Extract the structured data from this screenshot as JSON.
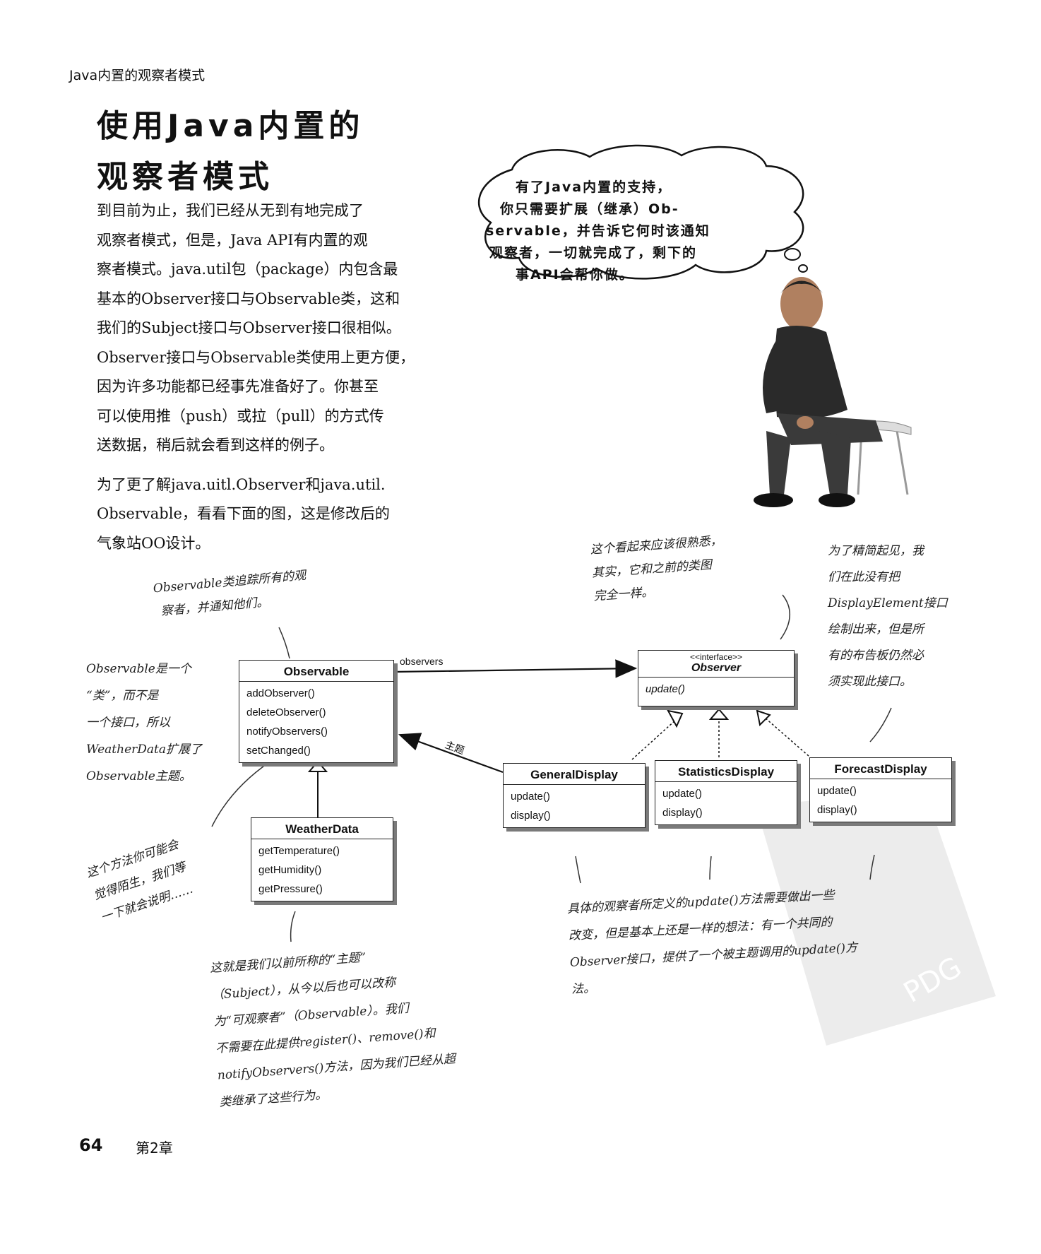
{
  "header": {
    "section": "Java内置的观察者模式"
  },
  "title": {
    "line1": "使用Java内置的",
    "line2": "观察者模式"
  },
  "body": {
    "p1_lines": [
      "到目前为止，我们已经从无到有地完成了",
      "观察者模式，但是，Java  API有内置的观",
      "察者模式。java.util包（package）内包含最",
      "基本的Observer接口与Observable类，这和",
      "我们的Subject接口与Observer接口很相似。",
      "Observer接口与Observable类使用上更方便，",
      "因为许多功能都已经事先准备好了。你甚至",
      "可以使用推（push）或拉（pull）的方式传",
      "送数据，稍后就会看到这样的例子。"
    ],
    "p2_lines": [
      "为了更了解java.uitl.Observer和java.util.",
      "Observable，看看下面的图，这是修改后的",
      "气象站OO设计。"
    ]
  },
  "bubble": {
    "lines": [
      "有了Java内置的支持，",
      "你只需要扩展（继承）Ob-",
      "servable，并告诉它何时该通知",
      "观察者，一切就完成了，剩下的",
      "事API会帮你做。"
    ]
  },
  "notes": {
    "observable_tracks": [
      "Observable类追踪所有的观",
      "察者，并通知他们。"
    ],
    "observable_class": [
      "Observable是一个",
      "“类”，而不是",
      "一个接口，所以",
      "WeatherData扩展了",
      "Observable主题。"
    ],
    "looks_familiar": [
      "这个看起来应该很熟悉，",
      "其实，它和之前的类图",
      "完全一样。"
    ],
    "display_element": [
      "为了精简起见，我",
      "们在此没有把",
      "DisplayElement接口",
      "绘制出来，但是所",
      "有的布告板仍然必",
      "须实现此接口。"
    ],
    "method_unfamiliar": [
      "这个方法你可能会",
      "觉得陌生，我们等",
      "一下就会说明……"
    ],
    "subject_note": [
      "这就是我们以前所称的“主题”",
      "（Subject），从今以后也可以改称",
      "为“可观察者”（Observable）。我们",
      "不需要在此提供register()、remove()和",
      "notifyObservers()方法，因为我们已经从超",
      "类继承了这些行为。"
    ],
    "update_note": [
      "具体的观察者所定义的update()方法需要做出一些",
      "改变，但是基本上还是一样的想法：有一个共同的",
      "Observer接口，提供了一个被主题调用的update()方",
      "法。"
    ]
  },
  "uml": {
    "observable": {
      "name": "Observable",
      "methods": [
        "addObserver()",
        "deleteObserver()",
        "notifyObservers()",
        "setChanged()"
      ]
    },
    "observer": {
      "stereotype": "<<interface>>",
      "name": "Observer",
      "methods": [
        "update()"
      ]
    },
    "weatherdata": {
      "name": "WeatherData",
      "methods": [
        "getTemperature()",
        "getHumidity()",
        "getPressure()"
      ]
    },
    "general": {
      "name": "GeneralDisplay",
      "methods": [
        "update()",
        "display()"
      ]
    },
    "statistics": {
      "name": "StatisticsDisplay",
      "methods": [
        "update()",
        "display()"
      ]
    },
    "forecast": {
      "name": "ForecastDisplay",
      "methods": [
        "update()",
        "display()"
      ]
    },
    "observers_label": "observers",
    "subject_label": "主题"
  },
  "watermark": {
    "text": "PDG"
  },
  "footer": {
    "page_number": "64",
    "chapter": "第2章"
  }
}
